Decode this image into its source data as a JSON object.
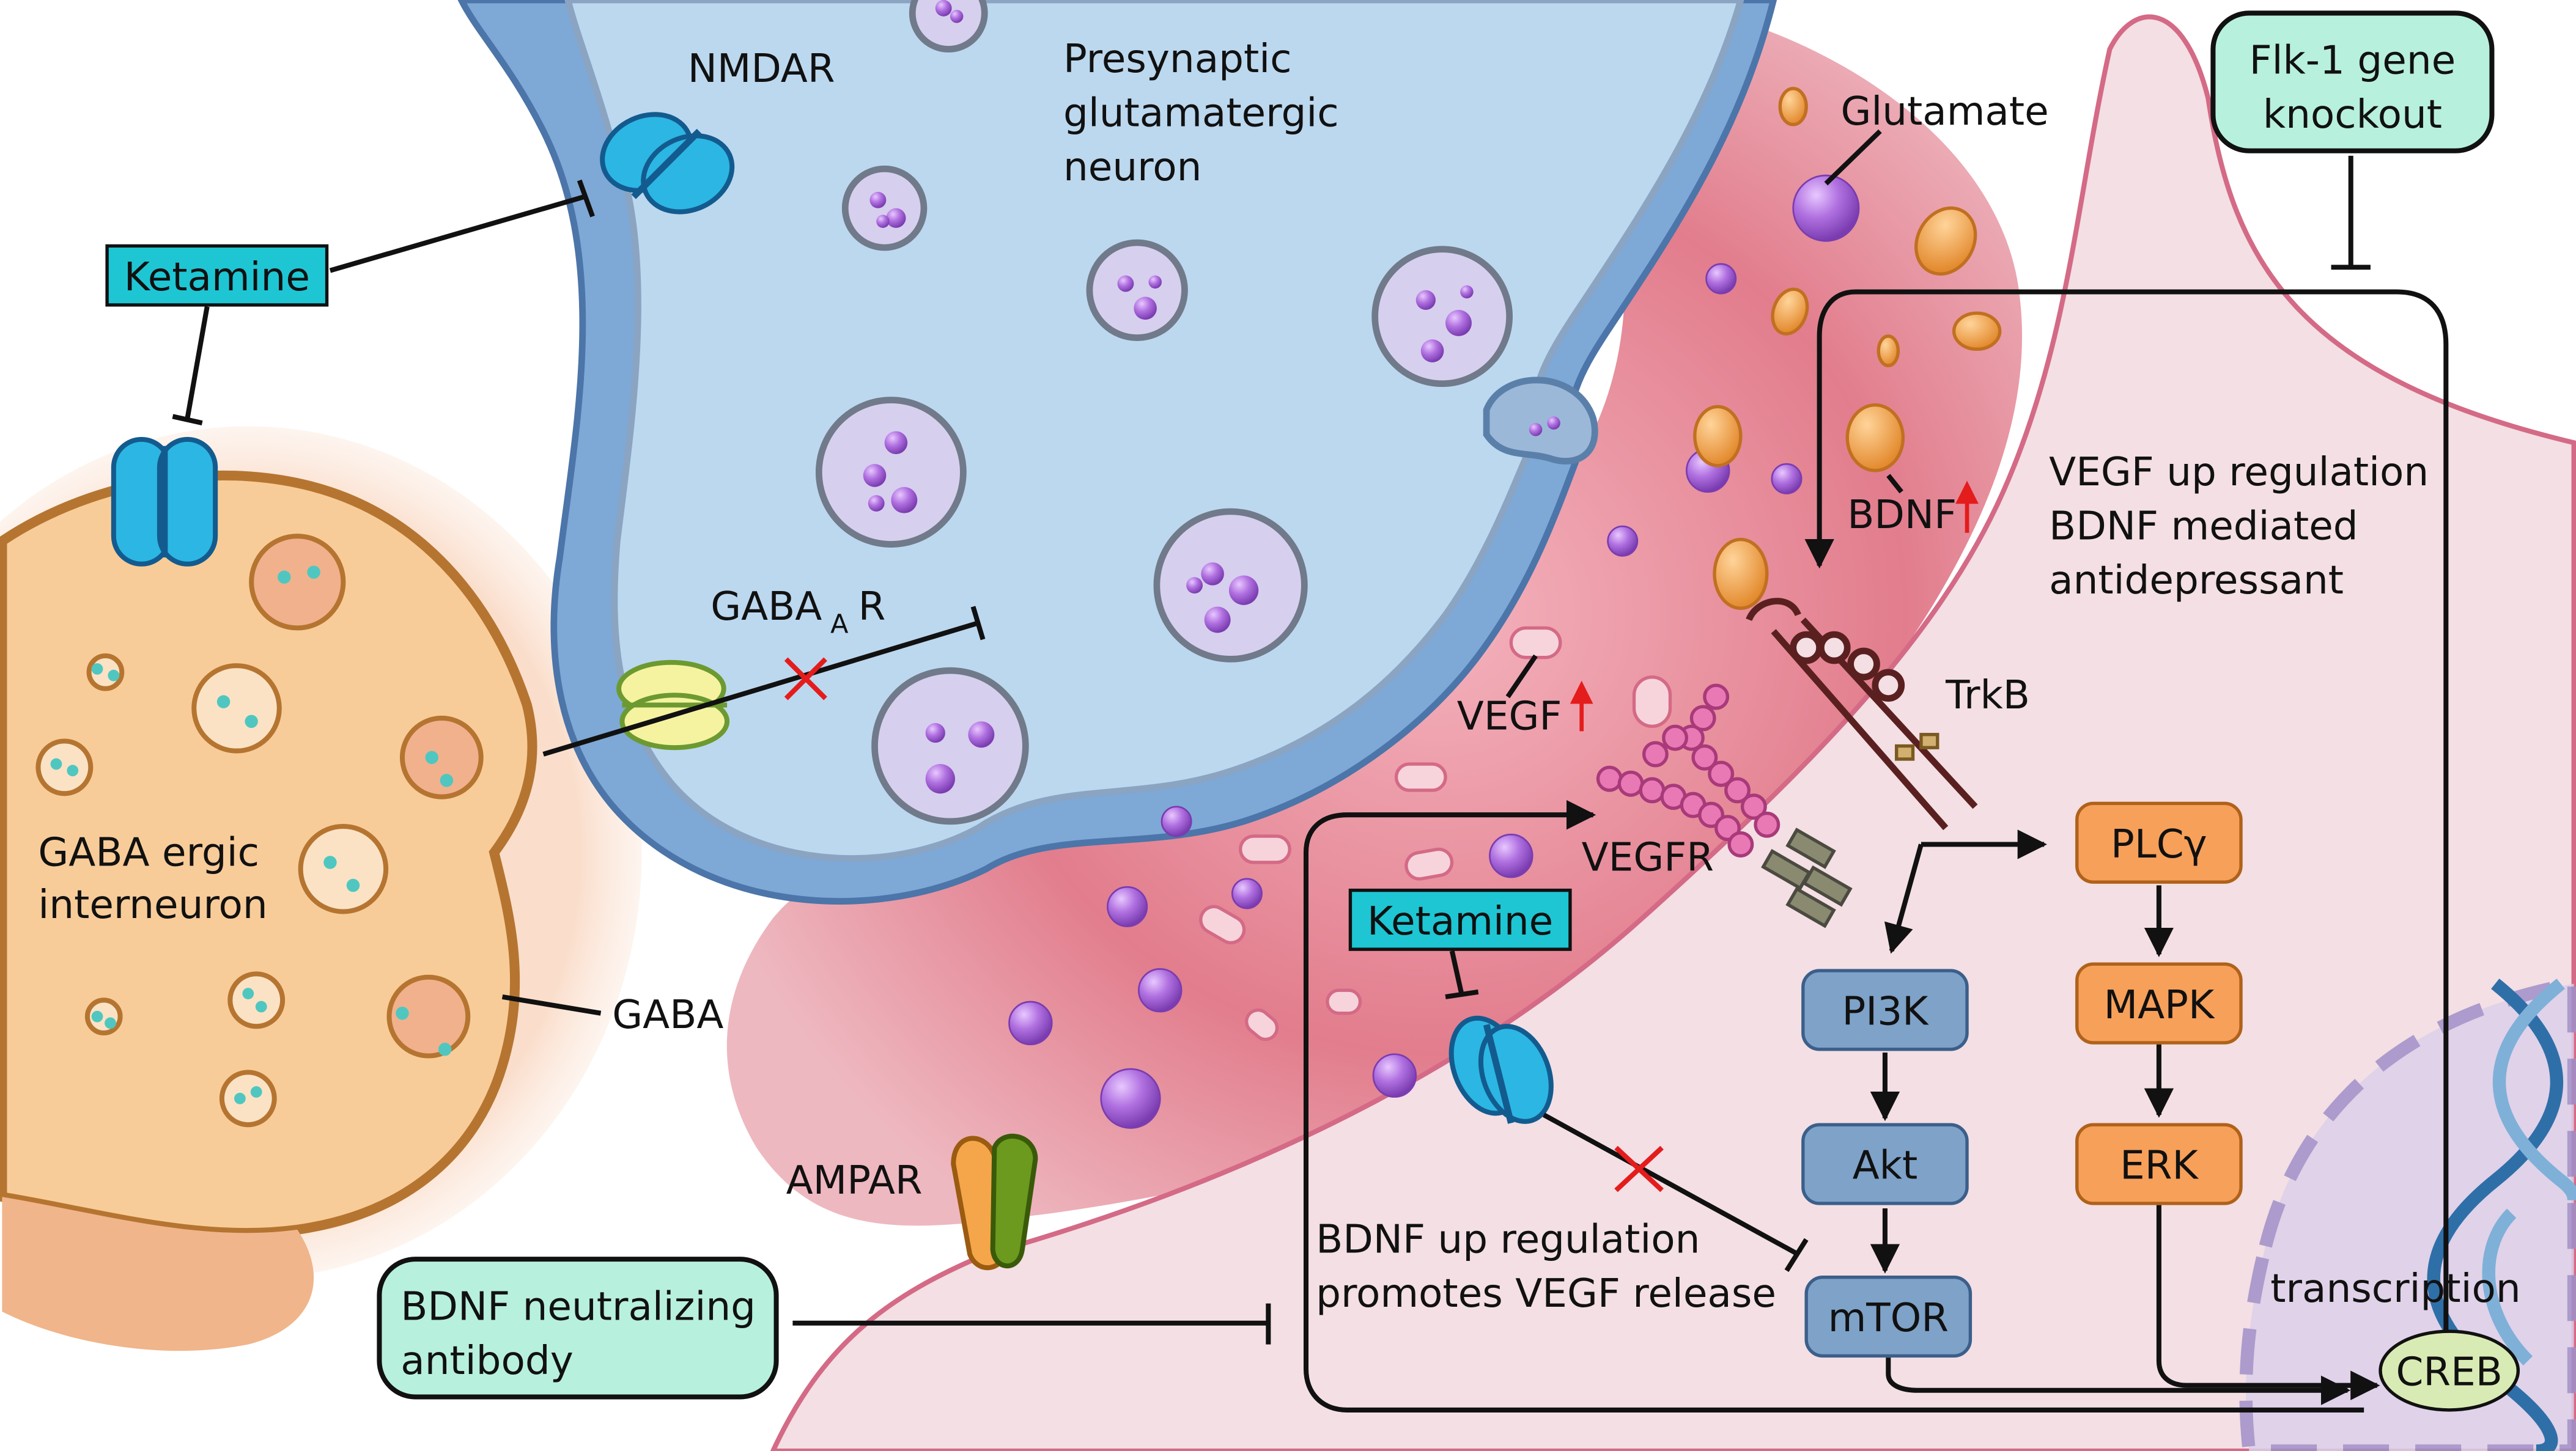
{
  "labels": {
    "nmdar": "NMDAR",
    "presynaptic": [
      "Presynaptic",
      "glutamatergic",
      "neuron"
    ],
    "glutamate": "Glutamate",
    "ketamine_top": "Ketamine",
    "gabaar_main": "GABA",
    "gabaar_sub": "A",
    "gabaar_r": "R",
    "gaba_interneuron": [
      "GABA ergic",
      "interneuron"
    ],
    "gaba": "GABA",
    "ampar": "AMPAR",
    "vegf": "VEGF",
    "vegfr": "VEGFR",
    "bdnf": "BDNF",
    "trkb": "TrkB",
    "ketamine_mid": "Ketamine",
    "flk1": [
      "Flk-1 gene",
      "knockout"
    ],
    "vegf_up": [
      "VEGF up regulation",
      "BDNF mediated",
      "antidepressant"
    ],
    "bdnf_up": [
      "BDNF up regulation",
      "promotes VEGF release"
    ],
    "bdnf_antibody": [
      "BDNF neutralizing",
      "antibody"
    ],
    "transcription": "transcription",
    "creb": "CREB"
  },
  "pathway": {
    "plc": "PLCγ",
    "mapk": "MAPK",
    "erk": "ERK",
    "pi3k": "PI3K",
    "akt": "Akt",
    "mtor": "mTOR"
  },
  "colors": {
    "presynaptic_fill": "#bcd8ef",
    "presynaptic_edge": "#6f9ac8",
    "interneuron_fill": "#f7cb98",
    "postsynaptic_pink": "#e2808f",
    "ketamine_box": "#1ec6d4",
    "green_box": "#b8f0de",
    "orange_box": "#f7a05a",
    "blue_box": "#7ea2c8",
    "vesicle_purple": "#b070e0",
    "bdnf_orange": "#efa145",
    "inhibit_red": "#e41c1c"
  }
}
